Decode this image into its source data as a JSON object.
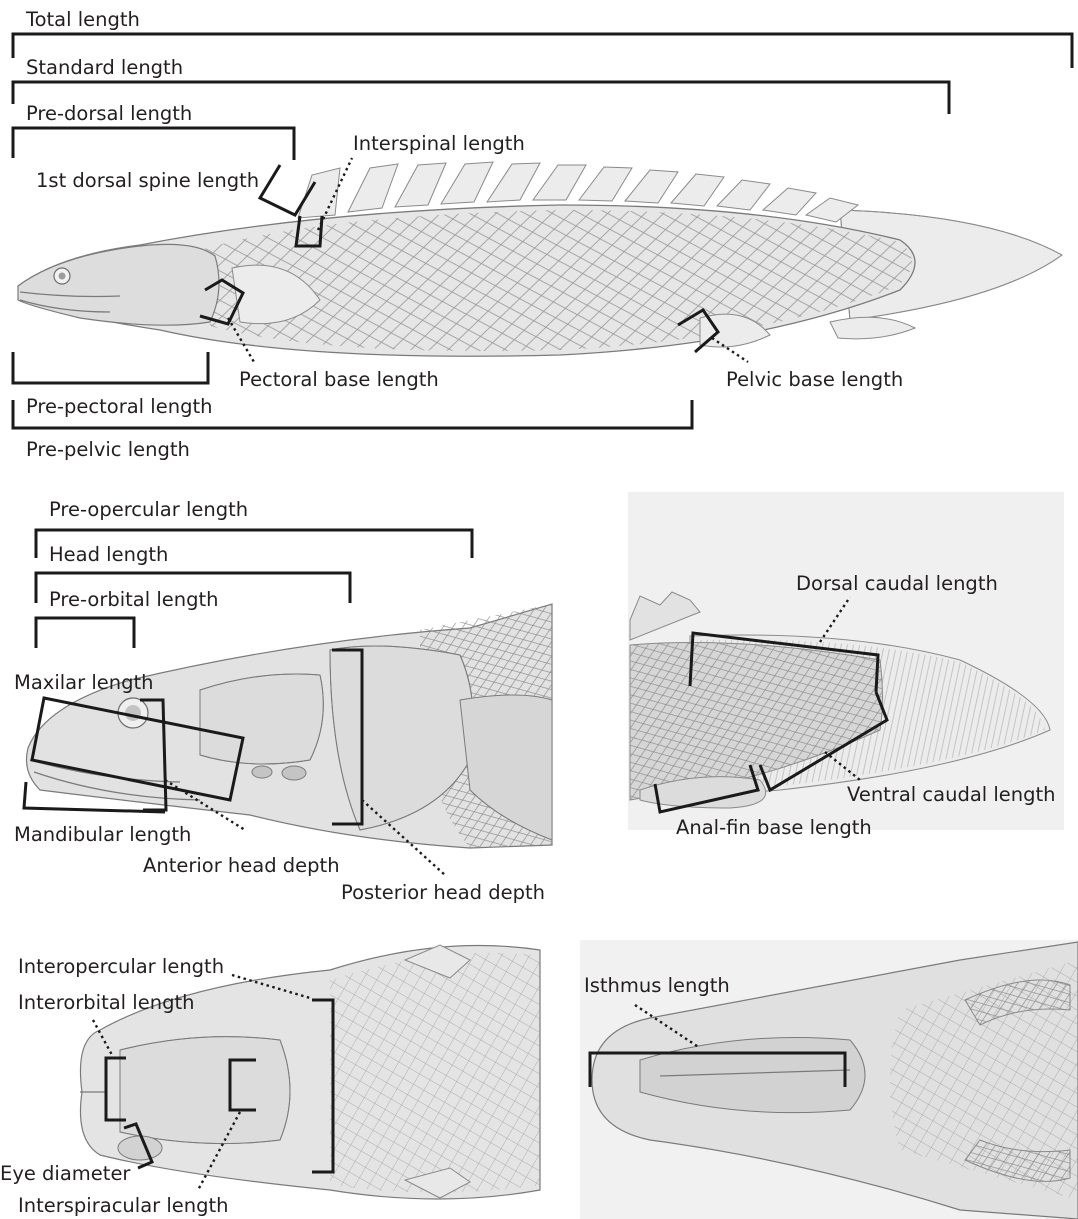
{
  "labels": {
    "total_length": "Total length",
    "standard_length": "Standard length",
    "pre_dorsal_length": "Pre-dorsal length",
    "interspinal_length": "Interspinal length",
    "first_dorsal_spine_length": "1st dorsal spine length",
    "pectoral_base_length": "Pectoral base length",
    "pelvic_base_length": "Pelvic base length",
    "pre_pectoral_length": "Pre-pectoral length",
    "pre_pelvic_length": "Pre-pelvic length",
    "pre_opercular_length": "Pre-opercular length",
    "head_length": "Head length",
    "pre_orbital_length": "Pre-orbital length",
    "maxilar_length": "Maxilar length",
    "mandibular_length": "Mandibular length",
    "anterior_head_depth": "Anterior head depth",
    "posterior_head_depth": "Posterior head depth",
    "dorsal_caudal_length": "Dorsal caudal length",
    "ventral_caudal_length": "Ventral caudal length",
    "anal_fin_base_length": "Anal-fin base length",
    "interopercular_length": "Interopercular length",
    "interorbital_length": "Interorbital length",
    "eye_diameter": "Eye diameter",
    "interspiracular_length": "Interspiracular length",
    "isthmus_length": "Isthmus length"
  },
  "colors": {
    "bracket": "#1a1a1a",
    "text": "#231f20",
    "fish_fill": "#e4e4e4",
    "fish_outline": "#7a7a7a"
  }
}
